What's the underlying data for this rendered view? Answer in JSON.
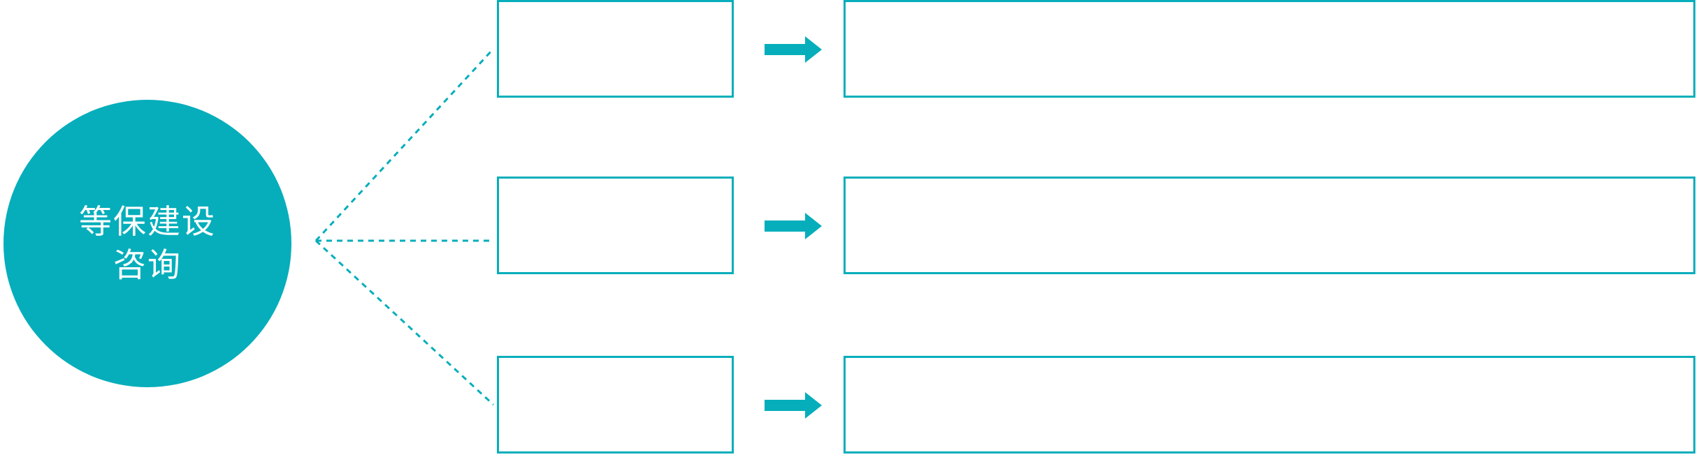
{
  "diagram": {
    "type": "fan-out-process-diagram",
    "accent_color": "#06AEBB",
    "background_color": "#FFFFFF",
    "text_color_on_accent": "#FFFFFF"
  },
  "hub": {
    "name": "等保建设咨询",
    "line1": "等保建设",
    "line2": "咨询"
  },
  "rows": [
    {
      "label": "",
      "arrow_icon": "arrow-right-icon",
      "detail": ""
    },
    {
      "label": "",
      "arrow_icon": "arrow-right-icon",
      "detail": ""
    },
    {
      "label": "",
      "arrow_icon": "arrow-right-icon",
      "detail": ""
    }
  ]
}
